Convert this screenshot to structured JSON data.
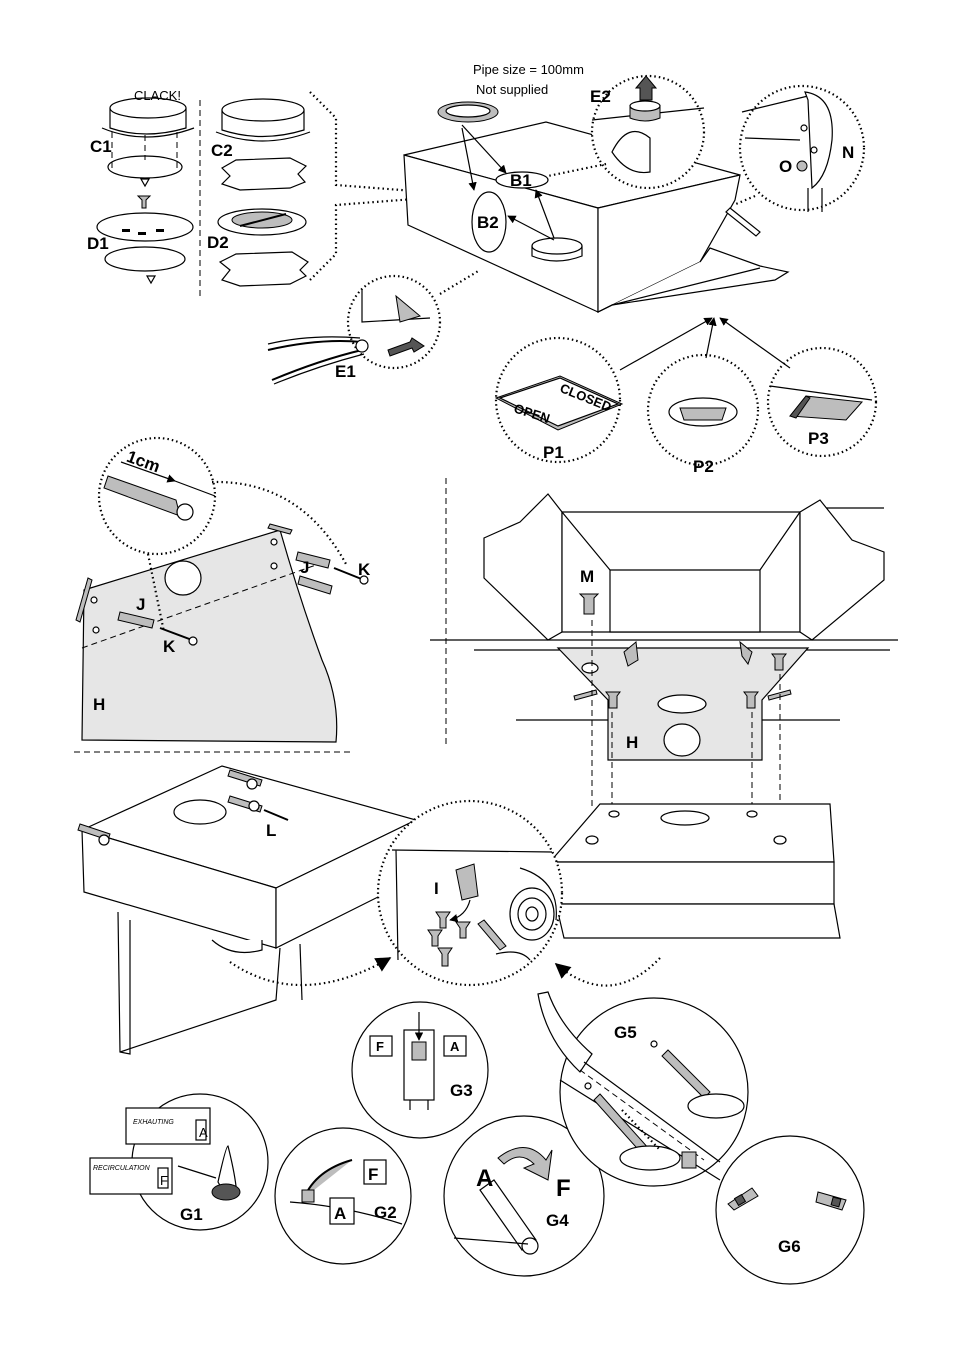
{
  "labels": {
    "clack": "CLACK!",
    "c1": "C1",
    "c2": "C2",
    "d1": "D1",
    "d2": "D2",
    "pipe_size": "Pipe size = 100mm",
    "not_supplied": "Not supplied",
    "e1": "E1",
    "e2": "E2",
    "b1": "B1",
    "b2": "B2",
    "n": "N",
    "o": "O",
    "p1": "P1",
    "p2": "P2",
    "p3": "P3",
    "open": "OPEN",
    "closed": "CLOSED",
    "one_cm": "1cm",
    "j_left": "J",
    "j_right": "J",
    "k_left": "K",
    "k_right": "K",
    "h_left": "H",
    "h_right": "H",
    "m": "M",
    "l": "L",
    "i": "I",
    "g1": "G1",
    "g2": "G2",
    "g3": "G3",
    "g4": "G4",
    "g5": "G5",
    "g6": "G6",
    "exhauting": "EXHAUTING",
    "recirculation": "RECIRCULATION",
    "letter_a": "A",
    "letter_f": "F",
    "g2_f": "F",
    "g2_a": "A",
    "g3_f": "F",
    "g3_a": "A",
    "g4_a": "A",
    "g4_f": "F"
  },
  "icons": {
    "arrow": "arrow-icon",
    "screw": "screw-icon",
    "plug": "wall-plug-icon"
  }
}
